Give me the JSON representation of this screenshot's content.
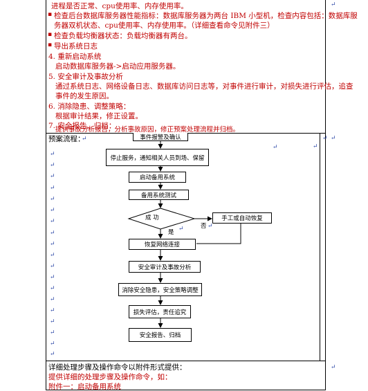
{
  "doc": {
    "steps": [
      {
        "id": "s0",
        "style": "plain",
        "text": "进程是否正常、cpu使用率、内存使用率。"
      },
      {
        "id": "s1",
        "style": "bullet",
        "text": "检查后台数据库服务器性能指标：数据库服务器为两台 IBM 小型机，检查内容包括：数据库服"
      },
      {
        "id": "s1b",
        "style": "plain",
        "text": "务器双机状态、cpu使用率、内存使用率。（详细查看命令见附件三）"
      },
      {
        "id": "s2",
        "style": "bullet",
        "text": "检查负载均衡器状态：负载均衡器有两台。"
      },
      {
        "id": "s3",
        "style": "bullet",
        "text": "导出系统日志"
      },
      {
        "id": "s4",
        "style": "plain",
        "text": "4. 重新启动系统"
      },
      {
        "id": "s4a",
        "style": "indent",
        "text": "启动数据库服务器->启动应用服务器。"
      },
      {
        "id": "s5",
        "style": "plain",
        "text": "5. 安全审计及事故分析"
      },
      {
        "id": "s5a",
        "style": "indent",
        "text": "通过系统日志、网络设备日志、数据库访问日志等，对事件进行审计，对损失进行评估，追查"
      },
      {
        "id": "s5b",
        "style": "indent",
        "text": "事件的发生原因。"
      },
      {
        "id": "s6",
        "style": "plain",
        "text": "6. 消除隐患、调整策略："
      },
      {
        "id": "s6a",
        "style": "indent",
        "text": "根据审计结果，修正设置。"
      },
      {
        "id": "s7",
        "style": "plain",
        "text": "7. 安全报告、归档："
      },
      {
        "id": "s7a",
        "style": "indent",
        "text": "提供事故分析报告，分析事故原因，修正预案处理流程并归档。"
      }
    ],
    "flow_label": "预案流程：",
    "flow": {
      "n1": "事件报警及确认",
      "n2": "停止服务，通知相关人员到场、保留",
      "n3": "启动备用系统",
      "n4": "备用系统测试",
      "decision": "成      功",
      "manual": "手工或自动恢复",
      "yes": "是",
      "no": "否",
      "n5": "恢复网络连接",
      "n6": "安全审计及事故分析",
      "n7": "消除安全隐患，安全策略调整",
      "n8": "损失评估，责任追究",
      "n9": "安全报告、归档"
    },
    "footer": {
      "title": "详细处理步骤及操作命令以附件形式提供：",
      "line1": "提供详细的处理步骤及操作命令，如：",
      "line2": "附件一：启动备用系统"
    },
    "paragraph_mark": "↵",
    "colors": {
      "red": "#c00000",
      "mark": "#2e4aa8",
      "border": "#000000"
    }
  }
}
